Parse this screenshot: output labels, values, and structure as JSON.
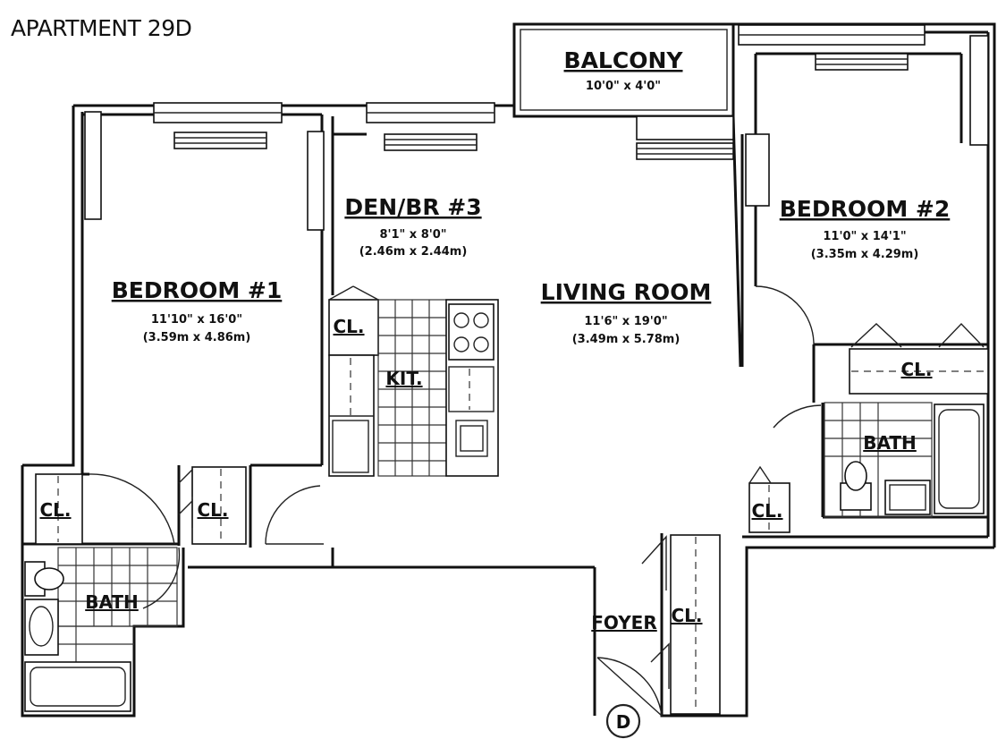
{
  "title": "APARTMENT 29D",
  "rooms": {
    "balcony": {
      "name": "BALCONY",
      "dim": "10'0\" x 4'0\""
    },
    "den": {
      "name": "DEN/BR #3",
      "dim": "8'1\" x 8'0\"",
      "metric": "(2.46m x 2.44m)"
    },
    "bedroom2": {
      "name": "BEDROOM #2",
      "dim": "11'0\" x 14'1\"",
      "metric": "(3.35m x 4.29m)"
    },
    "bedroom1": {
      "name": "BEDROOM #1",
      "dim": "11'10\" x 16'0\"",
      "metric": "(3.59m x 4.86m)"
    },
    "living": {
      "name": "LIVING ROOM",
      "dim": "11'6\" x 19'0\"",
      "metric": "(3.49m x 5.78m)"
    },
    "kitchen": {
      "name": "KIT."
    },
    "bath1": {
      "name": "BATH"
    },
    "bath2": {
      "name": "BATH"
    },
    "foyer": {
      "name": "FOYER"
    }
  },
  "closets": [
    "CL.",
    "CL.",
    "CL.",
    "CL.",
    "CL.",
    "CL."
  ],
  "entry_marker": "D"
}
